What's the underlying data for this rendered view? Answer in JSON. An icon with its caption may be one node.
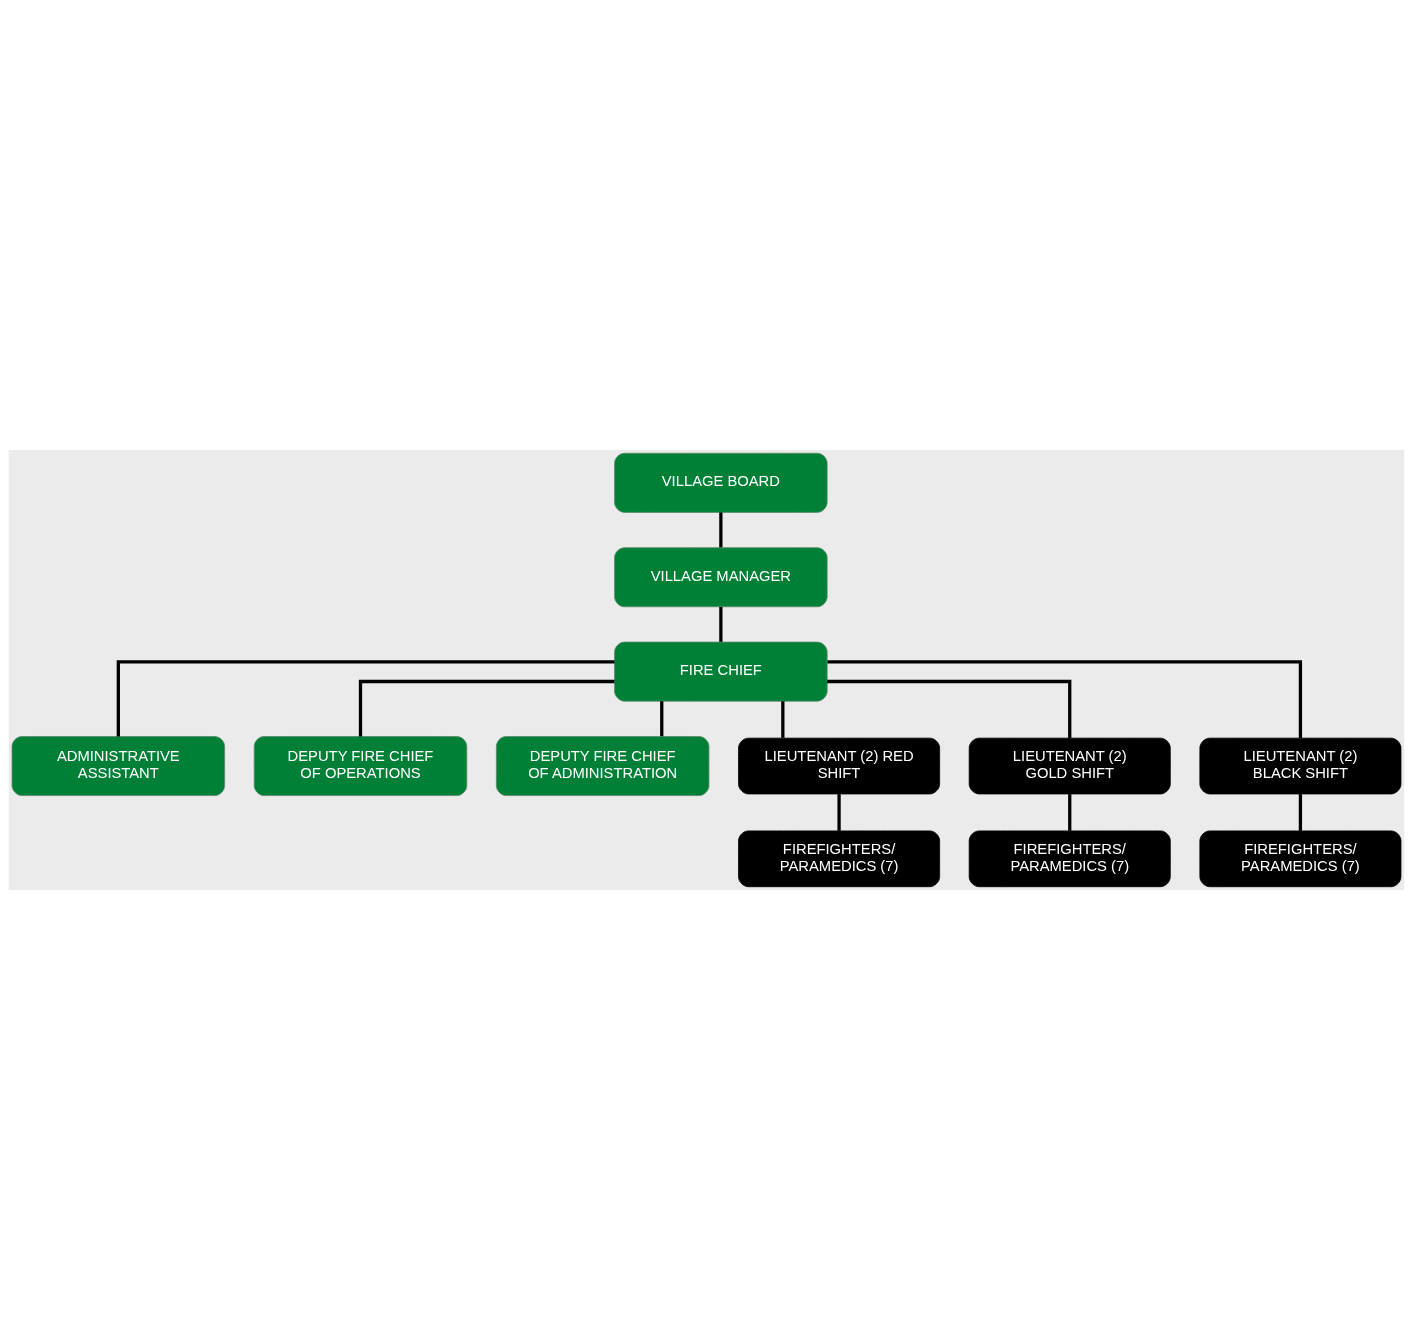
{
  "diagram": {
    "nodes": [
      {
        "text": [
          "VILLAGE BOARD"
        ]
      },
      {
        "text": [
          "VILLAGE MANAGER"
        ]
      },
      {
        "text": [
          "FIRE CHIEF"
        ]
      },
      {
        "text": [
          "ADMINISTRATIVE ASSISTANT"
        ]
      },
      {
        "text": [
          "DEPUTY FIRE CHIEF OF OPERATIONS"
        ]
      },
      {
        "text": [
          "DEPUTY FIRE CHIEF OF ADMINISTRATION"
        ]
      },
      {
        "text": [
          "LIEUTENANT (2) RED SHIFT"
        ]
      },
      {
        "text": [
          "LIEUTENANT (2) GOLD SHIFT"
        ]
      },
      {
        "text": [
          "LIEUTENANT (2) BLACK SHIFT"
        ]
      },
      {
        "text": [
          "FIREFIGHTERS/ PARAMEDICS (7)"
        ]
      },
      {
        "text": [
          "FIREFIGHTERS/ PARAMEDICS (7)"
        ]
      },
      {
        "text": [
          "FIREFIGHTERS/ PARAMEDICS (7)"
        ]
      }
    ],
    "edges": [
      {
        "from": 0,
        "to": 1,
        "arrow": "none"
      },
      {
        "from": 1,
        "to": 2,
        "arrow": "none"
      },
      {
        "from": 2,
        "to": 3,
        "arrow": "none"
      },
      {
        "from": 2,
        "to": 4,
        "arrow": "none"
      },
      {
        "from": 2,
        "to": 5,
        "arrow": "none"
      },
      {
        "from": 2,
        "to": 6,
        "arrow": "none"
      },
      {
        "from": 2,
        "to": 7,
        "arrow": "none"
      },
      {
        "from": 2,
        "to": 8,
        "arrow": "none"
      },
      {
        "from": 6,
        "to": 9,
        "arrow": "none"
      },
      {
        "from": 7,
        "to": 10,
        "arrow": "none"
      },
      {
        "from": 8,
        "to": 11,
        "arrow": "none"
      }
    ]
  }
}
